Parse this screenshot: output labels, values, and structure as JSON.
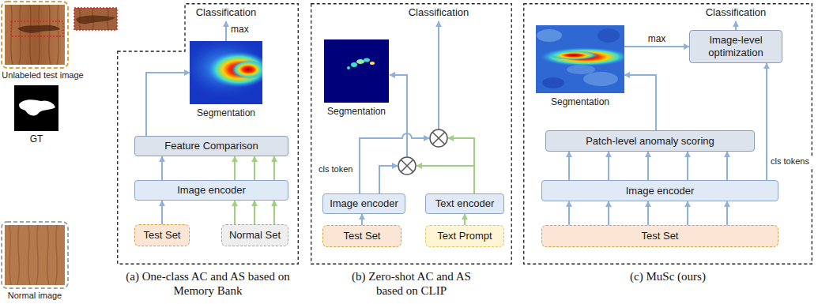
{
  "diagram": {
    "nodes": [
      {
        "text": [
          "(a) One-class AC and AS based on Memory Bank"
        ]
      },
      {
        "text": [
          "Segmentation"
        ],
        "in": 0
      },
      {
        "text": [
          "Feature Comparison"
        ],
        "in": 0
      },
      {
        "text": [
          "Image encoder"
        ],
        "in": 0
      },
      {
        "text": [
          "Test Set"
        ],
        "in": 0
      },
      {
        "text": [
          "Normal Set"
        ],
        "in": 0
      },
      {
        "text": [
          "(b) Zero-shot AC and AS based on CLIP"
        ]
      },
      {
        "text": [
          "Segmentation"
        ],
        "in": 6
      },
      {
        "text": [
          "Image encoder"
        ],
        "in": 6
      },
      {
        "text": [
          "Text encoder"
        ],
        "in": 6
      },
      {
        "text": [
          "Test Set"
        ],
        "in": 6
      },
      {
        "text": [
          "Text Prompt"
        ],
        "in": 6
      },
      {
        "text": [
          "(c) MuSc (ours)"
        ]
      },
      {
        "text": [
          "Segmentation"
        ],
        "in": 12
      },
      {
        "text": [
          "Image-level optimization"
        ],
        "in": 12
      },
      {
        "text": [
          "Patch-level anomaly scoring"
        ],
        "in": 12
      },
      {
        "text": [
          "Image encoder"
        ],
        "in": 12
      },
      {
        "text": [
          "Test Set"
        ],
        "in": 12
      }
    ],
    "edges": [
      {
        "from": 4,
        "to": 3,
        "arrow": "to"
      },
      {
        "from": 5,
        "to": 3,
        "arrow": "to"
      },
      {
        "from": 5,
        "to": 3,
        "arrow": "to"
      },
      {
        "from": 5,
        "to": 3,
        "arrow": "to"
      },
      {
        "from": 3,
        "to": 2,
        "arrow": "to"
      },
      {
        "from": 3,
        "to": 2,
        "arrow": "to"
      },
      {
        "from": 3,
        "to": 2,
        "arrow": "to"
      },
      {
        "from": 3,
        "to": 2,
        "arrow": "to"
      },
      {
        "from": 2,
        "to": 1,
        "arrow": "to"
      },
      {
        "from": 10,
        "to": 8,
        "arrow": "to"
      },
      {
        "from": 11,
        "to": 9,
        "arrow": "to"
      },
      {
        "from": 17,
        "to": 16,
        "arrow": "to"
      },
      {
        "from": 17,
        "to": 16,
        "arrow": "to"
      },
      {
        "from": 17,
        "to": 16,
        "arrow": "to"
      },
      {
        "from": 17,
        "to": 16,
        "arrow": "to"
      },
      {
        "from": 17,
        "to": 16,
        "arrow": "to"
      },
      {
        "from": 16,
        "to": 15,
        "arrow": "to"
      },
      {
        "from": 16,
        "to": 15,
        "arrow": "to"
      },
      {
        "from": 16,
        "to": 15,
        "arrow": "to"
      },
      {
        "from": 16,
        "to": 15,
        "arrow": "to"
      },
      {
        "from": 16,
        "to": 15,
        "arrow": "to"
      },
      {
        "from": 15,
        "to": 13,
        "arrow": "to"
      },
      {
        "from": 13,
        "to": 14,
        "label": "max",
        "arrow": "to"
      },
      {
        "from": 16,
        "to": 14,
        "label": "cls tokens",
        "arrow": "to"
      }
    ],
    "labels": [
      "Unlabeled test image",
      "GT",
      "Normal image",
      "Classification",
      "max",
      "Classification",
      "cls token",
      "Classification"
    ]
  }
}
